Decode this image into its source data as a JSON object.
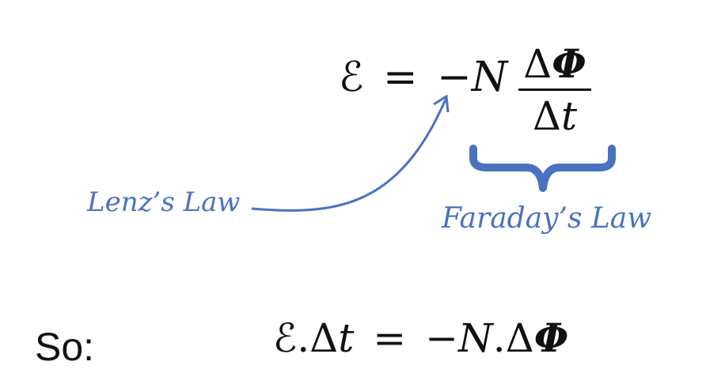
{
  "equation_main": {
    "emf": "ℰ",
    "equals": "=",
    "minus_n": "−N",
    "numerator_delta": "Δ",
    "numerator_phi": "Φ",
    "denominator_delta": "Δ",
    "denominator_t": "t"
  },
  "annotations": {
    "lenz": "Lenz’s Law",
    "faraday": "Faraday’s Law",
    "color": "#4a72c0"
  },
  "equation_bottom": {
    "prefix": "So:",
    "lhs_emf": "ℰ.",
    "lhs_delta": "Δ",
    "lhs_t": "t",
    "equals": "=",
    "rhs_minus_n": "−N",
    "rhs_dot_delta": ".Δ",
    "rhs_phi": "Φ"
  }
}
